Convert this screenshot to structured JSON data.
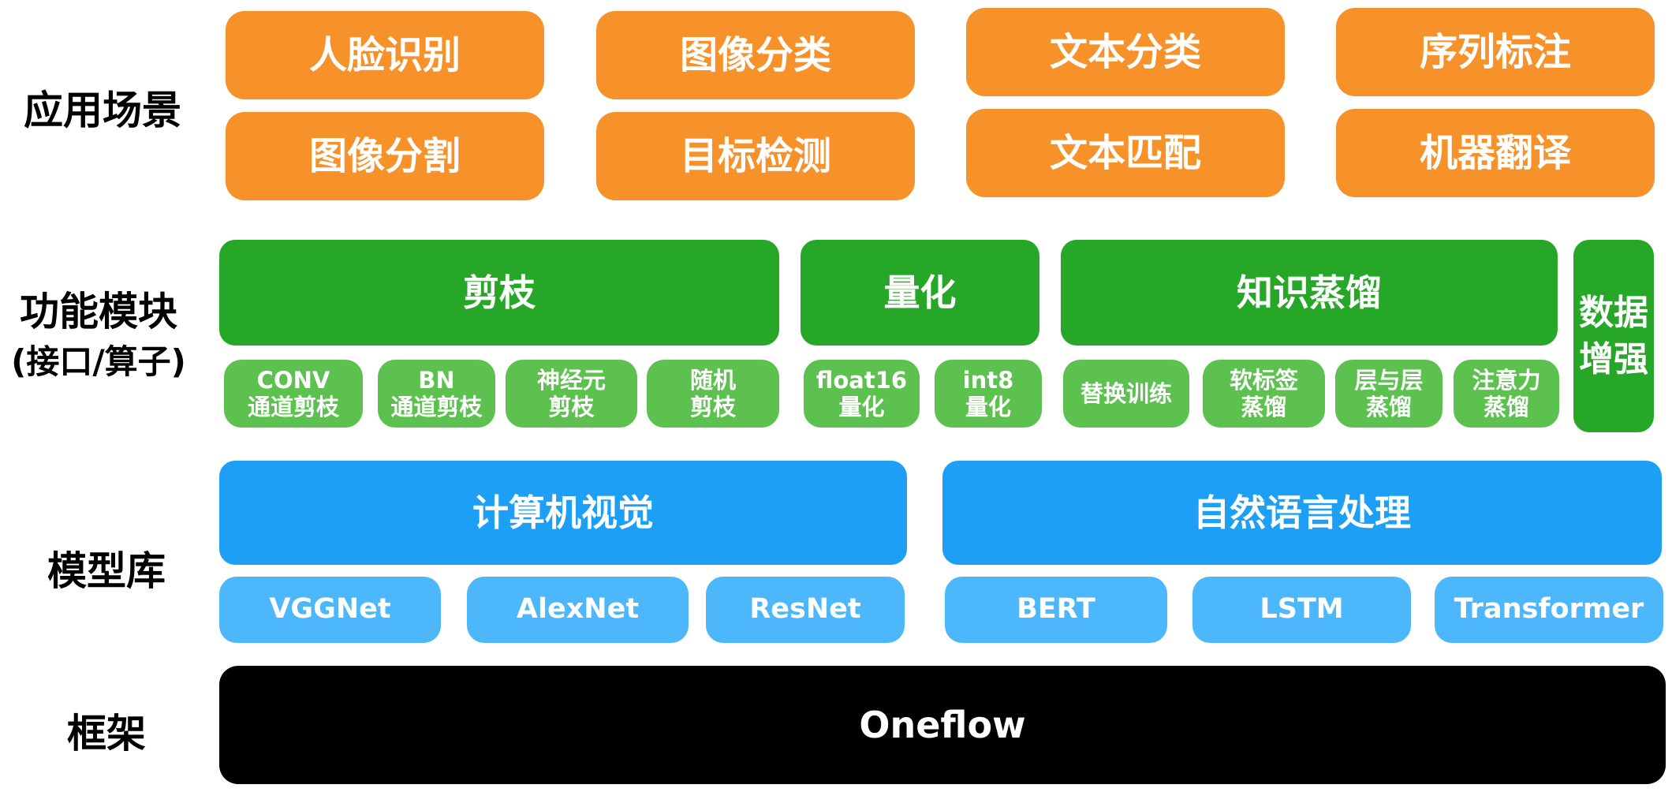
{
  "layers": {
    "app_label": "应用场景",
    "module_label": "功能模块",
    "module_sublabel": "(接口/算子)",
    "model_label": "模型库",
    "framework_label": "框架"
  },
  "apps": [
    "人脸识别",
    "图像分割",
    "图像分类",
    "目标检测",
    "文本分类",
    "文本匹配",
    "序列标注",
    "机器翻译"
  ],
  "modules": {
    "pruning": "剪枝",
    "quantization": "量化",
    "distillation": "知识蒸馏",
    "augmentation": "数据\n增强"
  },
  "submodules": {
    "pruning": [
      "CONV\n通道剪枝",
      "BN\n通道剪枝",
      "神经元\n剪枝",
      "随机\n剪枝"
    ],
    "quantization": [
      "float16\n量化",
      "int8\n量化"
    ],
    "distillation": [
      "替换训练",
      "软标签\n蒸馏",
      "层与层\n蒸馏",
      "注意力\n蒸馏"
    ]
  },
  "models": {
    "cv": "计算机视觉",
    "nlp": "自然语言处理",
    "cv_items": [
      "VGGNet",
      "AlexNet",
      "ResNet"
    ],
    "nlp_items": [
      "BERT",
      "LSTM",
      "Transformer"
    ]
  },
  "framework": "Oneflow",
  "colors": {
    "app": "#f7922a",
    "module": "#27a728",
    "submodule": "#5dc14f",
    "model": "#1d9ff6",
    "model_item": "#4db7fb",
    "framework": "#000000"
  }
}
